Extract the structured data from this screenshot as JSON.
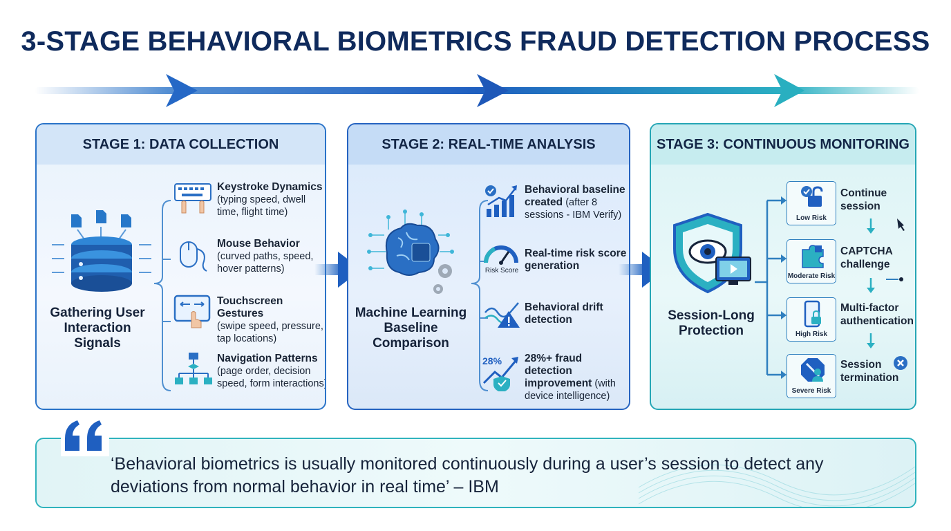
{
  "title": "3-STAGE BEHAVIORAL BIOMETRICS FRAUD DETECTION PROCESS",
  "colors": {
    "navy": "#0f2a5c",
    "blue": "#2a73c8",
    "teal": "#25a6b5"
  },
  "stages": [
    {
      "header": "STAGE 1: DATA COLLECTION",
      "hub_label": "Gathering User Interaction Signals",
      "items": [
        {
          "icon": "keyboard-icon",
          "title": "Keystroke Dynamics",
          "desc": "(typing speed, dwell time, flight time)"
        },
        {
          "icon": "mouse-icon",
          "title": "Mouse Behavior",
          "desc": "(curved paths, speed, hover patterns)"
        },
        {
          "icon": "touchscreen-icon",
          "title": "Touchscreen Gestures",
          "desc": "(swipe speed, pressure, tap locations)"
        },
        {
          "icon": "flowchart-icon",
          "title": "Navigation Patterns",
          "desc": "(page order, decision speed, form interactions)"
        }
      ]
    },
    {
      "header": "STAGE 2: REAL-TIME ANALYSIS",
      "hub_label": "Machine Learning Baseline Comparison",
      "risk_score_label": "Risk Score",
      "improvement_badge": "28%",
      "items": [
        {
          "icon": "growth-chart-icon",
          "title": "Behavioral baseline created",
          "desc": "(after 8 sessions - IBM Verify)"
        },
        {
          "icon": "gauge-icon",
          "title": "Real-time risk score generation",
          "desc": ""
        },
        {
          "icon": "drift-warning-icon",
          "title": "Behavioral drift detection",
          "desc": ""
        },
        {
          "icon": "shield-trend-icon",
          "title": "28%+ fraud detection improvement",
          "desc": "(with device intelligence)"
        }
      ]
    },
    {
      "header": "STAGE 3: CONTINUOUS MONITORING",
      "hub_label": "Session-Long Protection",
      "risks": [
        {
          "icon": "unlock-icon",
          "level": "Low Risk",
          "action": "Continue session"
        },
        {
          "icon": "puzzle-icon",
          "level": "Moderate Risk",
          "action": "CAPTCHA challenge"
        },
        {
          "icon": "phone-lock-icon",
          "level": "High Risk",
          "action": "Multi-factor authentication"
        },
        {
          "icon": "block-user-icon",
          "level": "Severe Risk",
          "action": "Session termination"
        }
      ]
    }
  ],
  "quote": {
    "text": "‘Behavioral biometrics is usually monitored continuously during a user’s session to detect any deviations from normal behavior in real time’ – IBM"
  }
}
